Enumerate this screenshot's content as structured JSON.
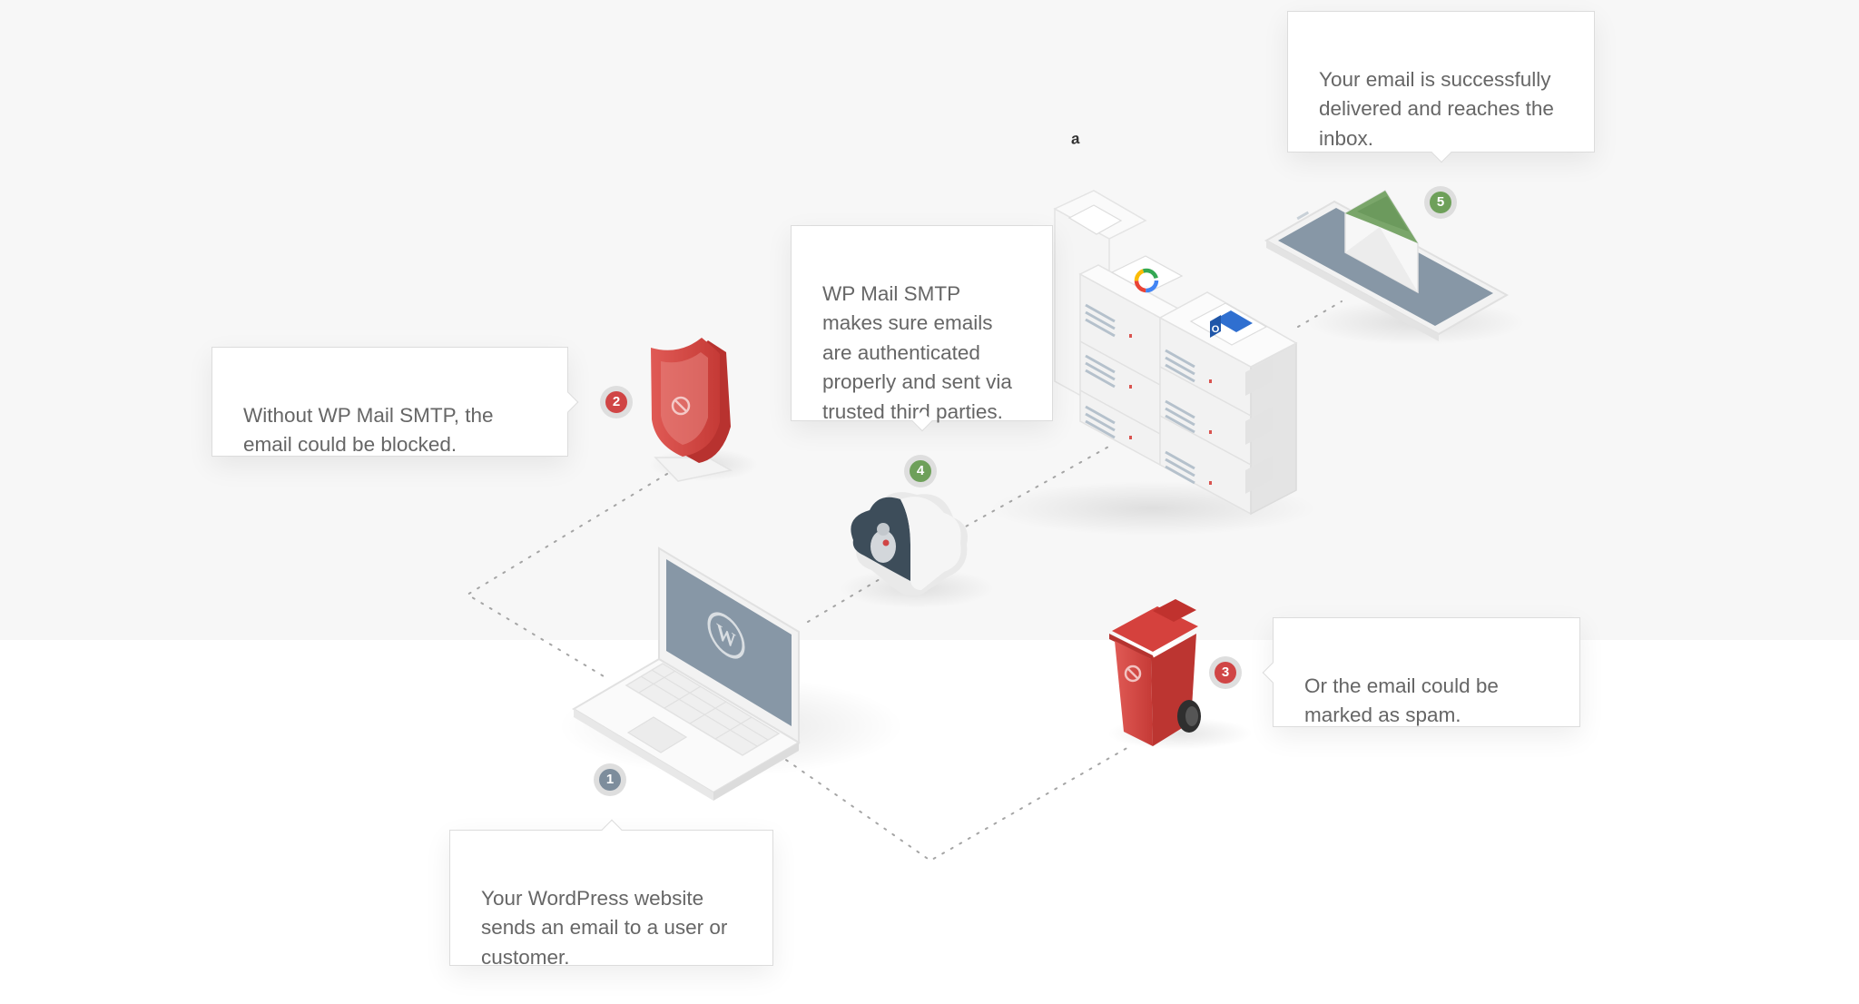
{
  "steps": [
    {
      "number": "1",
      "text": "Your WordPress website\nsends an email to a user or\ncustomer.",
      "color": "#7d8d9c"
    },
    {
      "number": "2",
      "text": "Without WP Mail SMTP, the\nemail could be blocked.",
      "color": "#d04545"
    },
    {
      "number": "3",
      "text": "Or the email could be\nmarked as spam.",
      "color": "#d04545"
    },
    {
      "number": "4",
      "text": "WP Mail SMTP\nmakes sure emails\nare authenticated\nproperly and sent via\ntrusted third parties.",
      "color": "#6ea05a"
    },
    {
      "number": "5",
      "text": "Your email is successfully\ndelivered and reaches the\ninbox.",
      "color": "#6ea05a"
    }
  ],
  "icons": {
    "laptop": "wordpress-laptop-icon",
    "shield": "blocked-shield-icon",
    "trash": "spam-trash-bin-icon",
    "cloud": "smtp-cloud-icon",
    "servers": "mail-provider-servers-icon",
    "phone": "inbox-phone-icon"
  },
  "providers": [
    "a",
    "G",
    "O"
  ]
}
